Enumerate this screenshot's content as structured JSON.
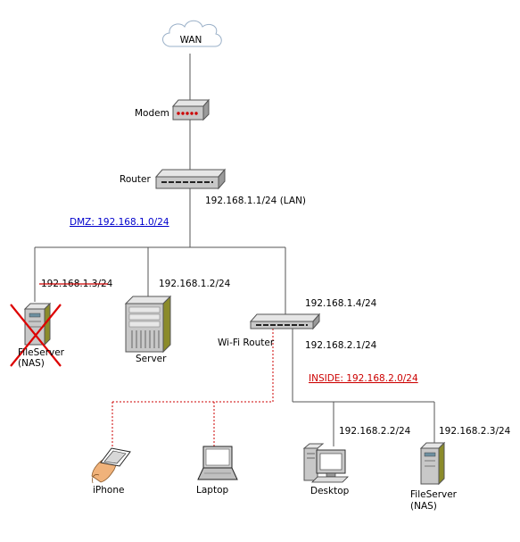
{
  "wan": {
    "label": "WAN"
  },
  "modem": {
    "label": "Modem"
  },
  "router": {
    "label": "Router",
    "lan_ip": "192.168.1.1/24 (LAN)"
  },
  "dmz": {
    "label": "DMZ: 192.168.1.0/24",
    "color": "#0000cc"
  },
  "nas_dmz": {
    "ip": "192.168.1.3/24",
    "label_line1": "FileServer",
    "label_line2": "(NAS)",
    "removed": true
  },
  "server": {
    "ip": "192.168.1.2/24",
    "label": "Server"
  },
  "wifi_router": {
    "label": "Wi-Fi Router",
    "wan_ip": "192.168.1.4/24",
    "lan_ip": "192.168.2.1/24"
  },
  "inside": {
    "label": "INSIDE: 192.168.2.0/24",
    "color": "#cc0000"
  },
  "iphone": {
    "label": "iPhone"
  },
  "laptop": {
    "label": "Laptop"
  },
  "desktop": {
    "ip": "192.168.2.2/24",
    "label": "Desktop"
  },
  "nas_inside": {
    "ip": "192.168.2.3/24",
    "label_line1": "FileServer",
    "label_line2": "(NAS)"
  },
  "colors": {
    "wired": "#555555",
    "wireless": "#cc0000",
    "strike": "#cc0000",
    "device_body": "#c8c8c8"
  }
}
